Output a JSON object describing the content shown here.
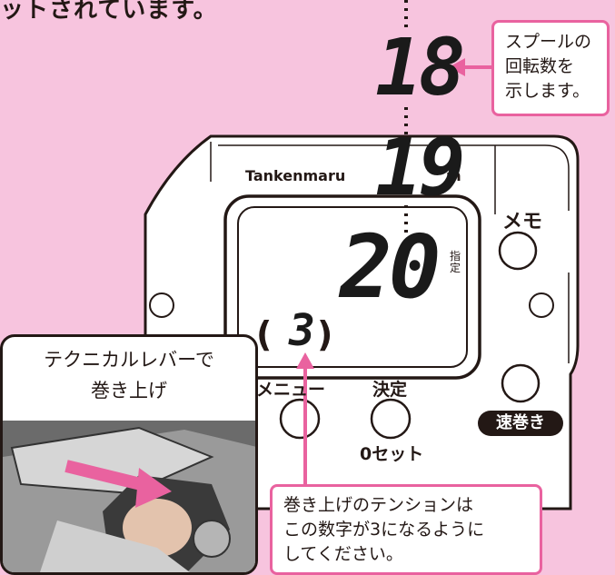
{
  "intro_text": "ットされています。",
  "callouts": {
    "spool": [
      "スプールの",
      "回転数を",
      "示します。"
    ],
    "tension": [
      "巻き上げのテンションは",
      "この数字が3になるように",
      "してください。"
    ]
  },
  "counter": {
    "value_top": "18",
    "value_mid": "19",
    "value_lcd": "20",
    "shitei_label": "指定"
  },
  "device": {
    "brand": "Tankenmaru System",
    "brand_visible_left": "Tankenmaru",
    "brand_visible_right": "m",
    "tension_open_paren": "(",
    "tension_value": "3",
    "tension_close_paren": ")",
    "menu_label": "メニュー",
    "confirm_label": "決定",
    "reset_label": "0セット",
    "memo_label": "メモ",
    "fast_wind_label": "速巻き"
  },
  "inset": {
    "label_line1": "テクニカルレバーで",
    "label_line2": "巻き上げ"
  },
  "colors": {
    "background": "#f7c4de",
    "accent_pink": "#e9629f",
    "ink": "#231815"
  }
}
